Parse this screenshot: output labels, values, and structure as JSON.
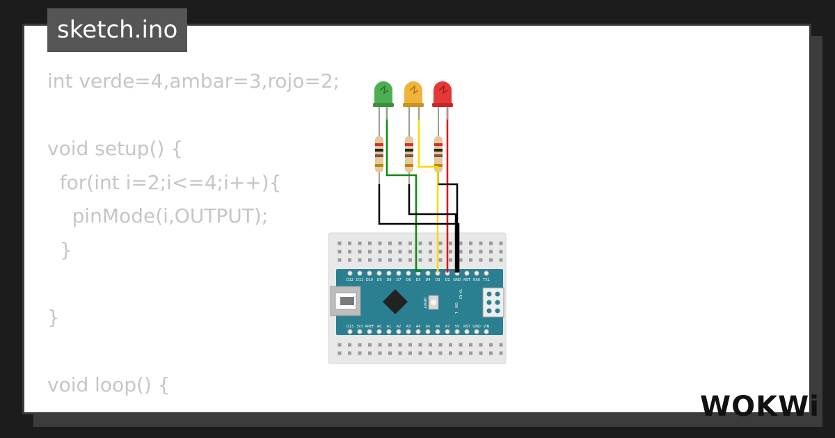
{
  "tab": {
    "filename": "sketch.ino"
  },
  "code_lines": [
    "int verde=4,ambar=3,rojo=2;",
    "",
    "void setup() {",
    "  for(int i=2;i<=4;i++){",
    "    pinMode(i,OUTPUT);",
    "  }",
    "",
    "}",
    "",
    "void loop() {"
  ],
  "board": {
    "top_pins": [
      "D12",
      "D11",
      "D10",
      "D9",
      "D8",
      "D7",
      "D6",
      "D5",
      "D4",
      "D3",
      "D2",
      "GND",
      "RST",
      "RX0",
      "TX1"
    ],
    "bottom_pins": [
      "D13",
      "3V3",
      "AREF",
      "A0",
      "A1",
      "A2",
      "A3",
      "A4",
      "A5",
      "A6",
      "A7",
      "5V",
      "RST",
      "GND",
      "VIN"
    ],
    "reset_label": "RESET",
    "led_labels": [
      "TX",
      "RX",
      "ON",
      "L"
    ]
  },
  "leds": [
    {
      "color_name": "green",
      "color": "#4caf50"
    },
    {
      "color_name": "amber",
      "color": "#f0b43a"
    },
    {
      "color_name": "red",
      "color": "#e53935"
    }
  ],
  "logo": {
    "text": "WOKWi"
  }
}
